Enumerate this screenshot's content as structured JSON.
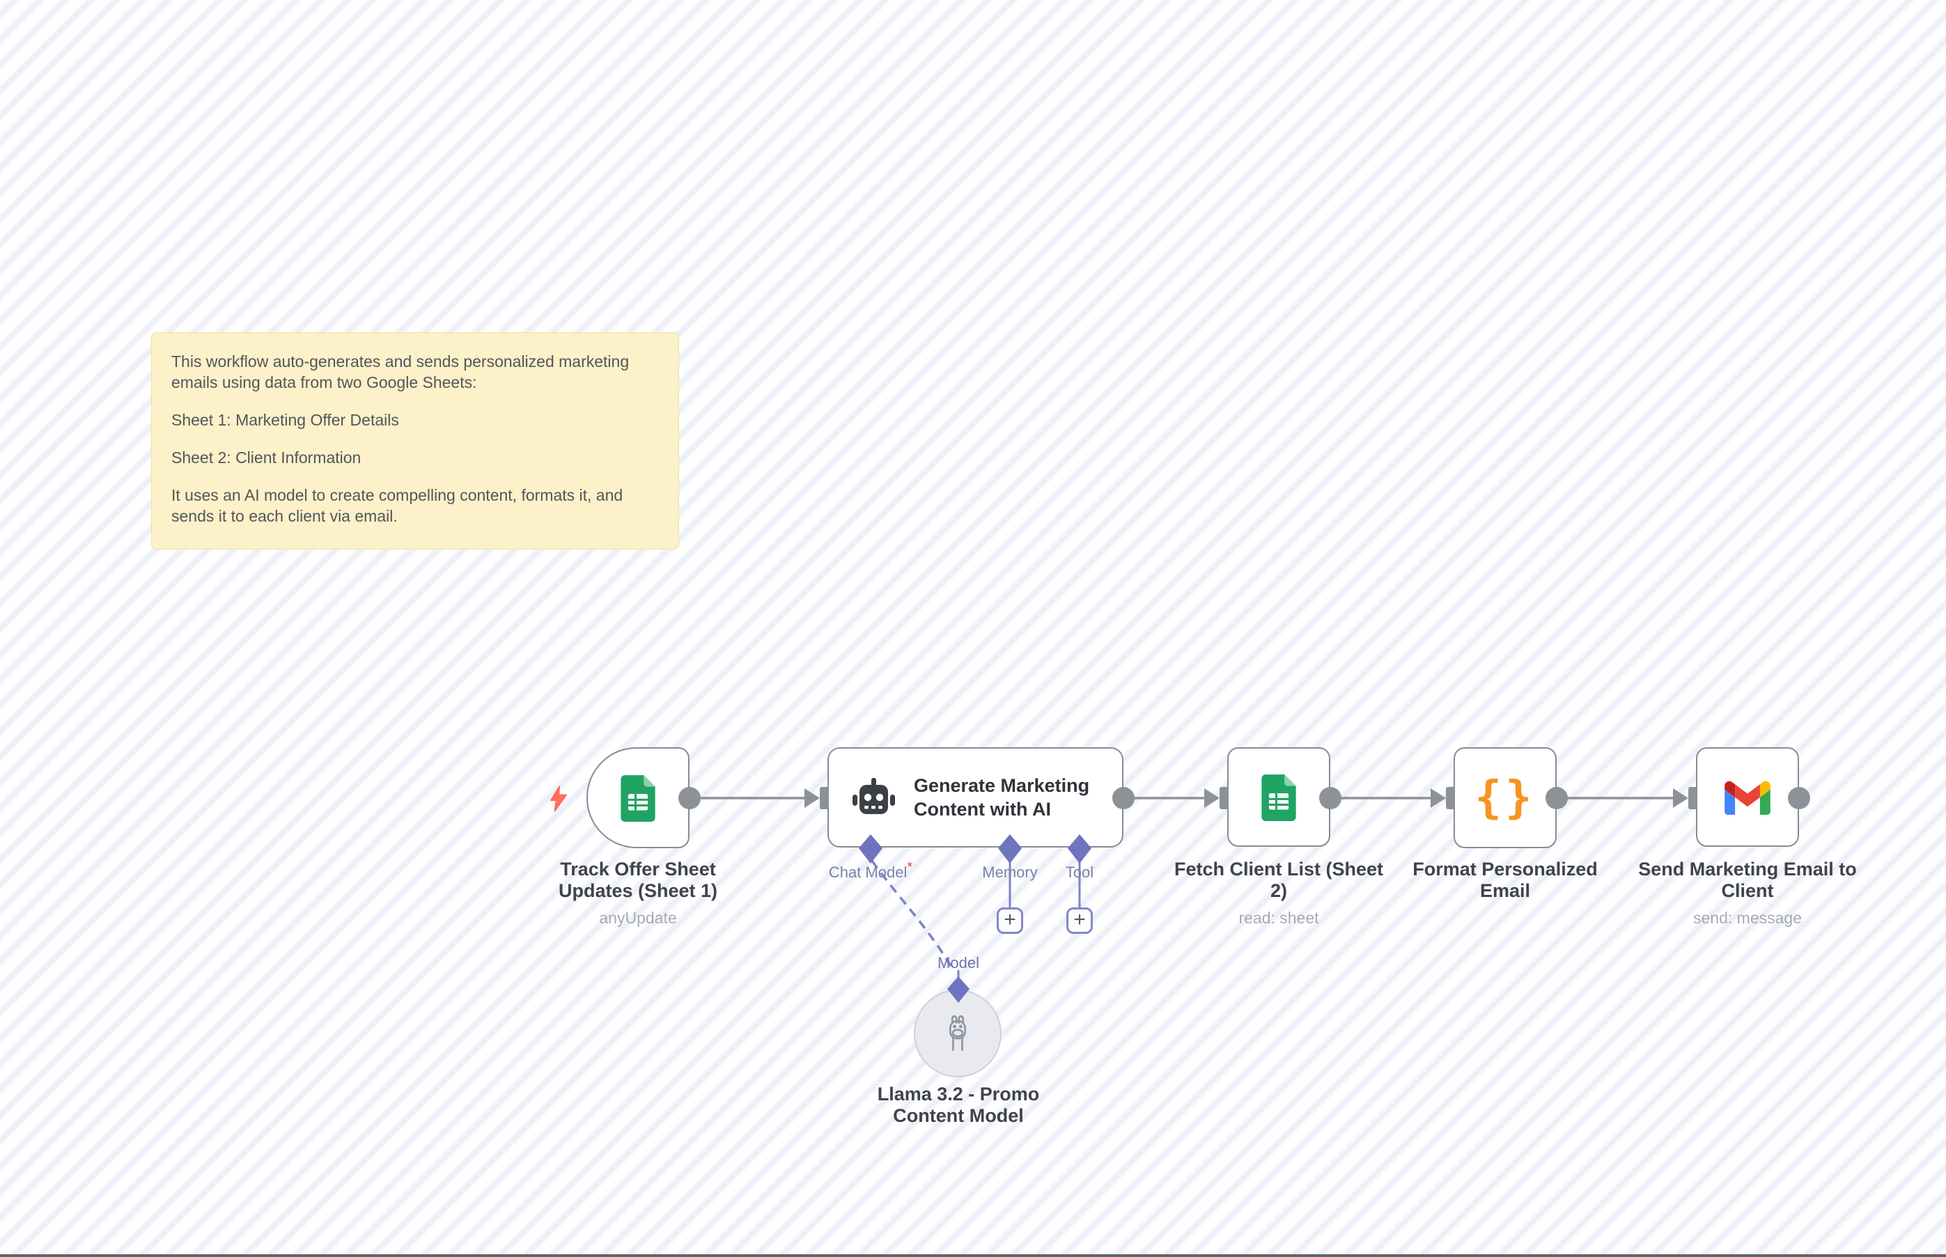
{
  "canvas": {
    "background_stripe_light": "#ffffff",
    "background_stripe_dark": "#edeff8",
    "bottom_edge_color": "#636468"
  },
  "sticky_note": {
    "bg": "#fcf1c9",
    "paragraphs": [
      "This workflow auto-generates and sends personalized marketing emails using data from two Google Sheets:",
      "Sheet 1: Marketing Offer Details",
      "Sheet 2: Client Information",
      "It uses an AI model to create compelling content, formats it, and sends it to each client via email."
    ]
  },
  "nodes": {
    "trigger": {
      "title_line1": "Track Offer Sheet",
      "title_line2": "Updates (Sheet 1)",
      "subtitle": "anyUpdate",
      "icon": "google-sheets-icon"
    },
    "agent": {
      "title_line1": "Generate Marketing",
      "title_line2": "Content with AI",
      "icon": "robot-icon"
    },
    "fetch": {
      "title_line1": "Fetch Client List (Sheet",
      "title_line2": "2)",
      "subtitle": "read: sheet",
      "icon": "google-sheets-icon"
    },
    "format": {
      "title_line1": "Format Personalized",
      "title_line2": "Email",
      "icon": "code-braces-icon"
    },
    "gmail": {
      "title_line1": "Send Marketing Email to",
      "title_line2": "Client",
      "subtitle": "send: message",
      "icon": "gmail-icon"
    },
    "llama": {
      "title_line1": "Llama 3.2 - Promo",
      "title_line2": "Content Model",
      "icon": "llama-icon"
    }
  },
  "agent_ports": {
    "chat_model": {
      "label": "Chat Model",
      "required_marker": "*"
    },
    "memory": {
      "label": "Memory"
    },
    "tool": {
      "label": "Tool"
    },
    "model": {
      "label": "Model"
    },
    "add_button_label": "+"
  },
  "icons": {
    "code_braces": {
      "glyph": "{}",
      "color": "#f7941f"
    },
    "google_sheets": {
      "color": "#1fa463"
    },
    "robot": {
      "color": "#3c3f45"
    },
    "gmail": {
      "colors": [
        "#4285f4",
        "#34a853",
        "#fbbc04",
        "#ea4335",
        "#c5221f"
      ]
    },
    "llama": {
      "color": "#8f93a0"
    },
    "lightning_trigger": {
      "color": "#ff6d5c"
    }
  },
  "colors": {
    "connector_purple": "#6e74bd",
    "edge_gray": "#8d9198",
    "node_border": "#878b93",
    "required_red": "#e5484d"
  }
}
